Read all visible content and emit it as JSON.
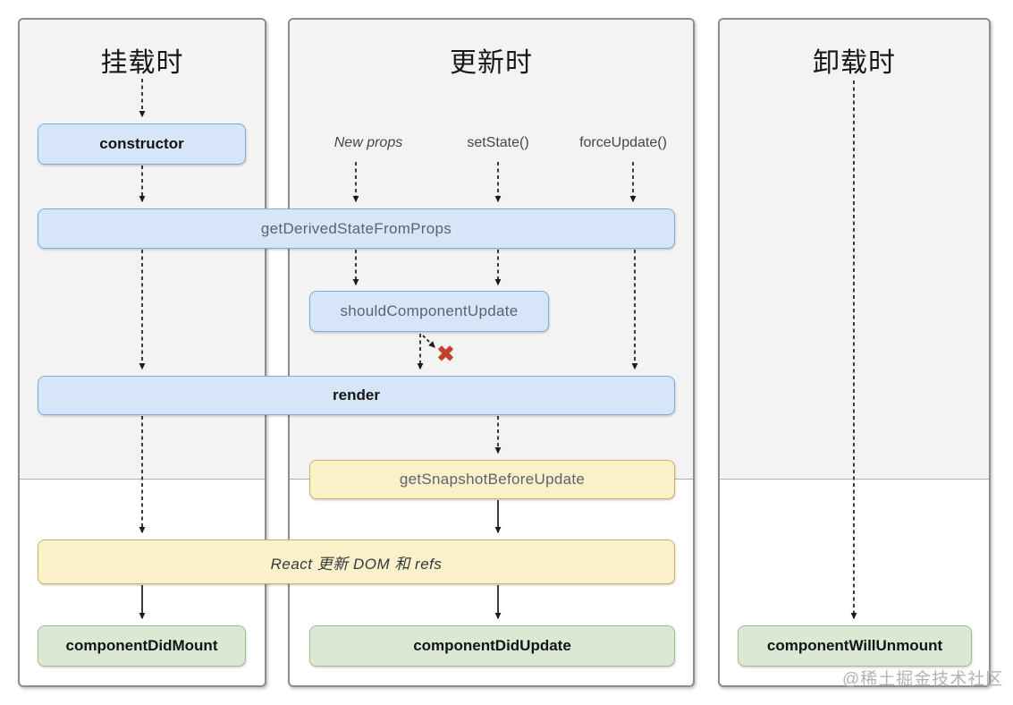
{
  "diagram": {
    "title_semantics": "React class component lifecycle diagram",
    "columns": [
      {
        "id": "mounting",
        "title": "挂载时"
      },
      {
        "id": "updating",
        "title": "更新时"
      },
      {
        "id": "unmounting",
        "title": "卸载时"
      }
    ],
    "triggers": [
      {
        "id": "new-props",
        "label": "New props"
      },
      {
        "id": "set-state",
        "label": "setState()"
      },
      {
        "id": "force-update",
        "label": "forceUpdate()"
      }
    ],
    "nodes": [
      {
        "id": "constructor",
        "label": "constructor"
      },
      {
        "id": "get-derived-state-from-props",
        "label": "getDerivedStateFromProps"
      },
      {
        "id": "should-component-update",
        "label": "shouldComponentUpdate"
      },
      {
        "id": "render",
        "label": "render"
      },
      {
        "id": "get-snapshot-before-update",
        "label": "getSnapshotBeforeUpdate"
      },
      {
        "id": "react-updates-dom-and-refs",
        "label": "React 更新 DOM 和 refs"
      },
      {
        "id": "component-did-mount",
        "label": "componentDidMount"
      },
      {
        "id": "component-did-update",
        "label": "componentDidUpdate"
      },
      {
        "id": "component-will-unmount",
        "label": "componentWillUnmount"
      }
    ],
    "cancel_icon": "✖",
    "watermark": "@稀土掘金技术社区",
    "colors": {
      "panel_fill": "#f3f3f3",
      "panel_border": "#8d8d8d",
      "blue_fill": "#d7e5f8",
      "blue_border": "#85abdb",
      "yellow_fill": "#fbf0c9",
      "yellow_border": "#ccb35c",
      "green_fill": "#dbe9d4",
      "green_border": "#9cc08c",
      "arrow": "#1a1a1a",
      "cancel_red": "#c4402c"
    }
  }
}
